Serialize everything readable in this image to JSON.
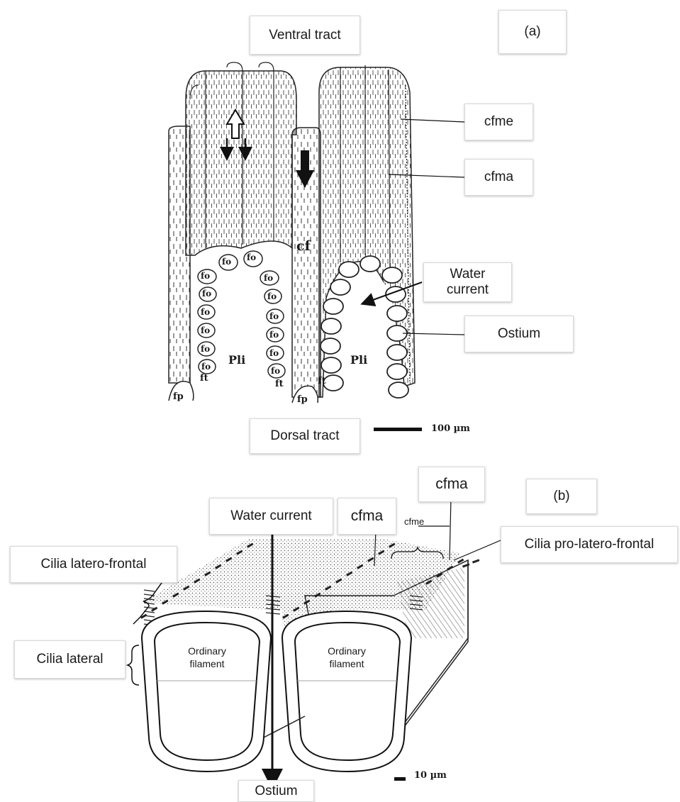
{
  "panel_a": {
    "panel_label": "(a)",
    "ventral": "Ventral tract",
    "dorsal": "Dorsal tract",
    "cfme": "cfme",
    "cfma": "cfma",
    "water_current": "Water current",
    "ostium": "Ostium",
    "scale": "100 µm",
    "abbrev": {
      "cf": "cf",
      "fo": "fo",
      "pli": "Pli",
      "ft": "ft",
      "fp": "fp"
    }
  },
  "panel_b": {
    "panel_label": "(b)",
    "water_current": "Water current",
    "cfma_left": "cfma",
    "cfma_right": "cfma",
    "cfme": "cfme",
    "cilia_pro_latero_frontal": "Cilia pro-latero-frontal",
    "cilia_latero_frontal": "Cilia latero-frontal",
    "cilia_lateral": "Cilia lateral",
    "ordinary_filament_1": "Ordinary filament",
    "ordinary_filament_2": "Ordinary filament",
    "ostium": "Ostium",
    "scale": "10 µm"
  },
  "colors": {
    "ink": "#1a1a1a",
    "label_border": "#d9d9d9",
    "background": "#ffffff"
  }
}
